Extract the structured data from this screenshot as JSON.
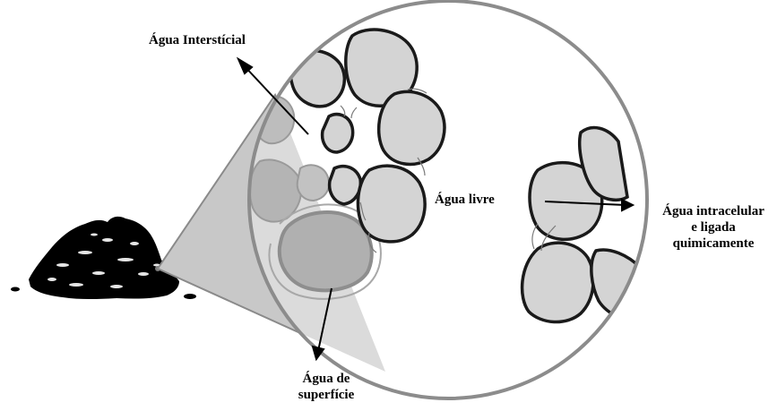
{
  "labels": {
    "interstitial": "Água Interstícial",
    "free": "Água livre",
    "intracellular_line1": "Água intracelular",
    "intracellular_line2": "e ligada",
    "intracellular_line3": "quimicamente",
    "surface_line1": "Água de",
    "surface_line2": "superfície"
  },
  "colors": {
    "cell_fill": "#d4d4d4",
    "cell_outline": "#1a1a1a",
    "cone_fill": "#c8c8c8",
    "lens_border": "#8c8c8c",
    "soil": "#000000"
  }
}
